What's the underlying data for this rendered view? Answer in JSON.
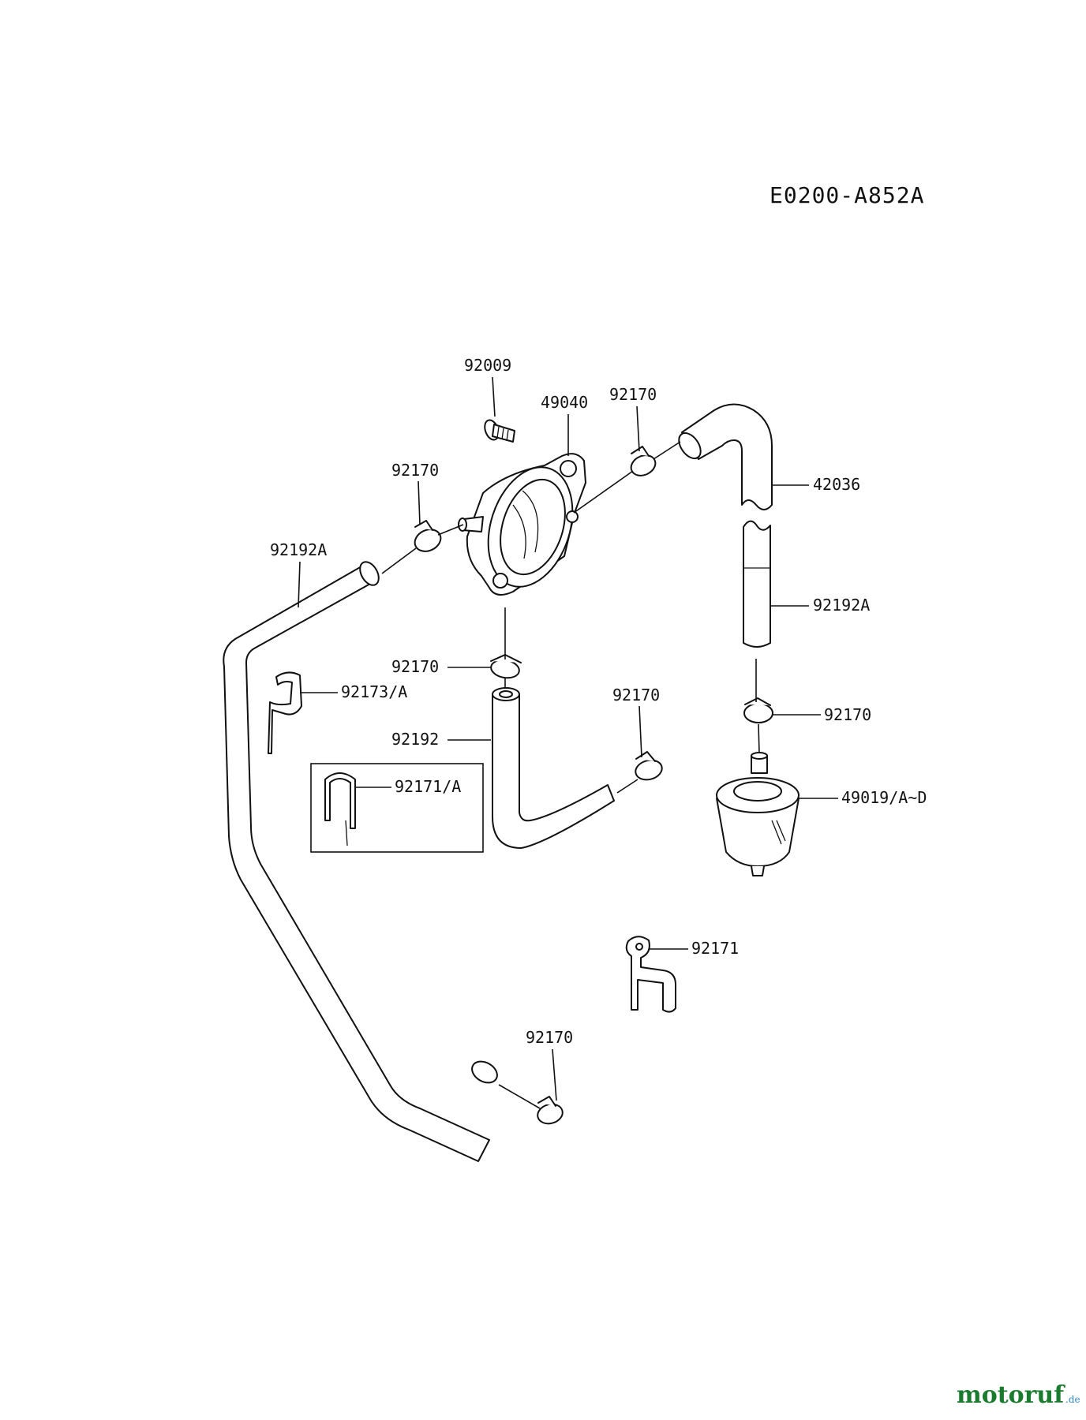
{
  "diagram": {
    "code": "E0200-A852A",
    "labels": {
      "p92009": "92009",
      "p49040": "49040",
      "p92170_top": "92170",
      "p92170_left": "92170",
      "p42036": "42036",
      "p92192A_left": "92192A",
      "p92192A_right": "92192A",
      "p92170_mid": "92170",
      "p92173A": "92173/A",
      "p92170_center": "92170",
      "p92192": "92192",
      "p92170_right": "92170",
      "p92171A": "92171/A",
      "p49019": "49019/A~D",
      "p92171": "92171",
      "p92170_bottom": "92170"
    }
  },
  "watermark": {
    "text": "motoruf",
    "suffix": ".de",
    "colors": [
      "#1a7a2e",
      "#c0392b",
      "#e67e22",
      "#2e86c1"
    ]
  }
}
